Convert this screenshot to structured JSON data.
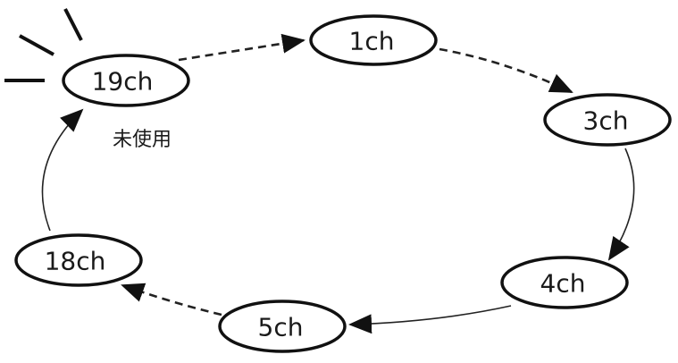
{
  "nodes": {
    "ch1": {
      "label": "1ch"
    },
    "ch3": {
      "label": "3ch"
    },
    "ch4": {
      "label": "4ch"
    },
    "ch5": {
      "label": "5ch"
    },
    "ch18": {
      "label": "18ch"
    },
    "ch19": {
      "label": "19ch"
    }
  },
  "annotation": {
    "unused": "未使用"
  },
  "edges": [
    {
      "from": "19ch",
      "to": "1ch",
      "style": "dashed"
    },
    {
      "from": "1ch",
      "to": "3ch",
      "style": "dashed"
    },
    {
      "from": "3ch",
      "to": "4ch",
      "style": "solid"
    },
    {
      "from": "4ch",
      "to": "5ch",
      "style": "solid"
    },
    {
      "from": "5ch",
      "to": "18ch",
      "style": "dashed"
    },
    {
      "from": "18ch",
      "to": "19ch",
      "style": "solid"
    }
  ]
}
